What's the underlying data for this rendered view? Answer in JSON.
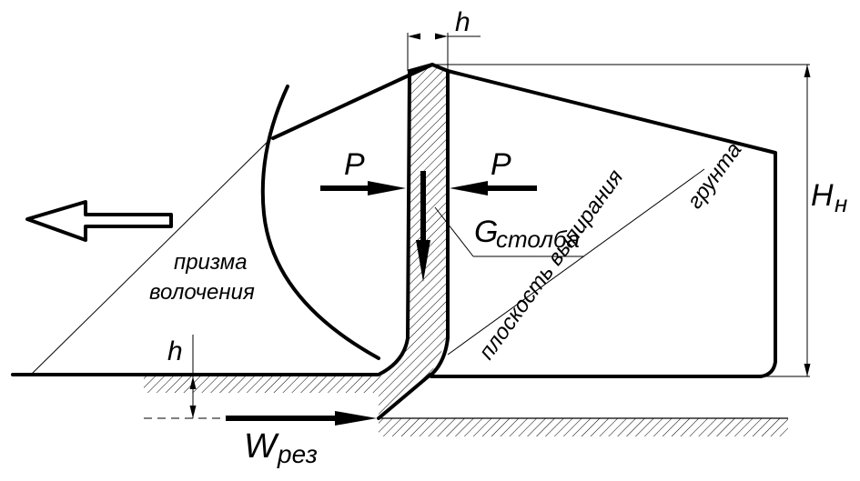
{
  "labels": {
    "h_top": "h",
    "h_left": "h",
    "P_left": "P",
    "P_right": "P",
    "G": "G",
    "G_sub": "столба",
    "H": "H",
    "H_sub": "н",
    "prism_line1": "призма",
    "prism_line2": "волочения",
    "shear_plane_line1": "плоскость выпирания",
    "shear_plane_line2": "грунта",
    "W": "W",
    "W_sub": "рез"
  },
  "colors": {
    "stroke": "#000000",
    "background": "#ffffff"
  }
}
